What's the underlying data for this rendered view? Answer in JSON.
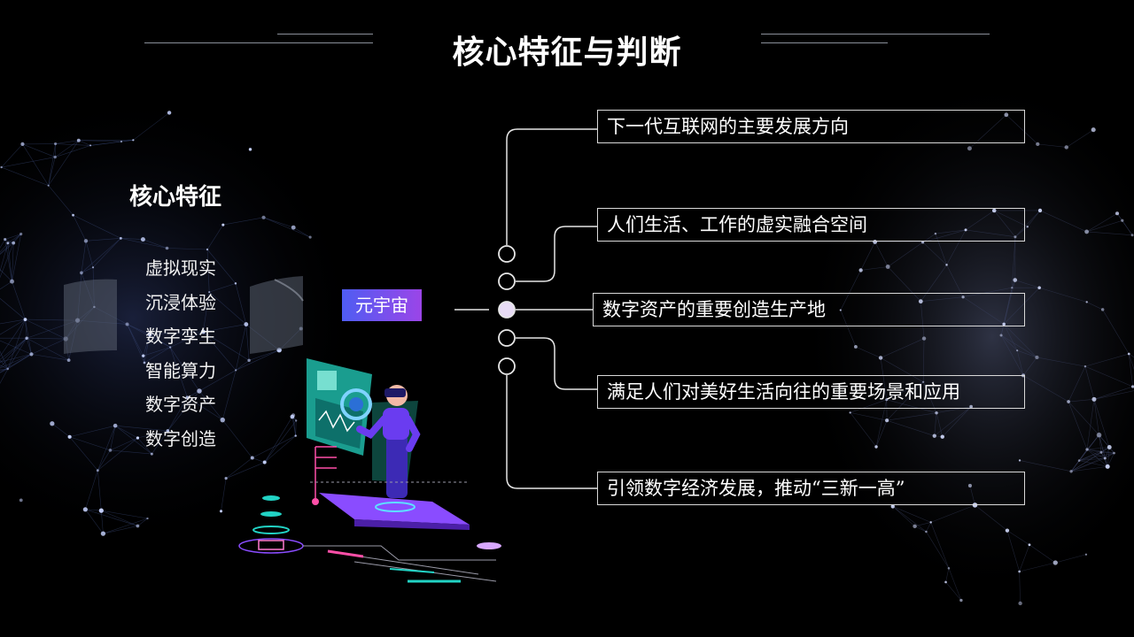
{
  "title": "核心特征与判断",
  "left_panel": {
    "heading": "核心特征",
    "features": [
      "虚拟现实",
      "沉浸体验",
      "数字孪生",
      "智能算力",
      "数字资产",
      "数字创造"
    ]
  },
  "center_tag": "元宇宙",
  "items": [
    "下一代互联网的主要发展方向",
    "人们生活、工作的虚实融合空间",
    "数字资产的重要创造生产地",
    "满足人们对美好生活向往的重要场景和应用",
    "引领数字经济发展，推动“三新一高”"
  ],
  "colors": {
    "background": "#000000",
    "accent_start": "#4f5df2",
    "accent_end": "#9b45e8",
    "line": "#d9d9d9"
  }
}
